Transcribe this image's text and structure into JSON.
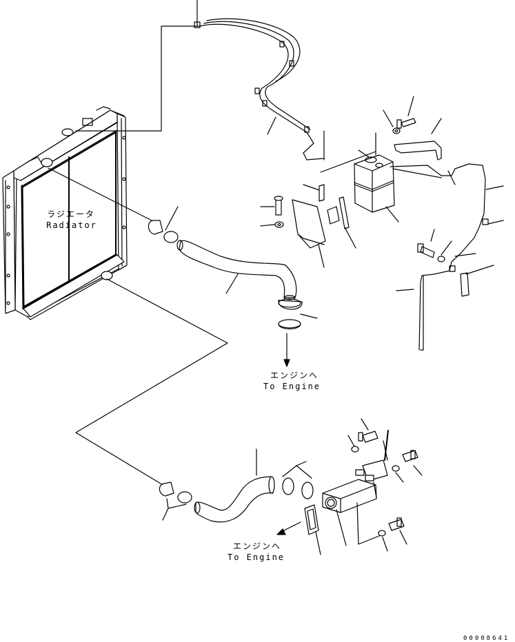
{
  "labels": {
    "radiator_jp": "ラジエータ",
    "radiator_en": "Radiator",
    "engine1_jp": "エンジンへ",
    "engine1_en": "To Engine",
    "engine2_jp": "エンジンへ",
    "engine2_en": "To Engine"
  },
  "part_number": "00008641"
}
